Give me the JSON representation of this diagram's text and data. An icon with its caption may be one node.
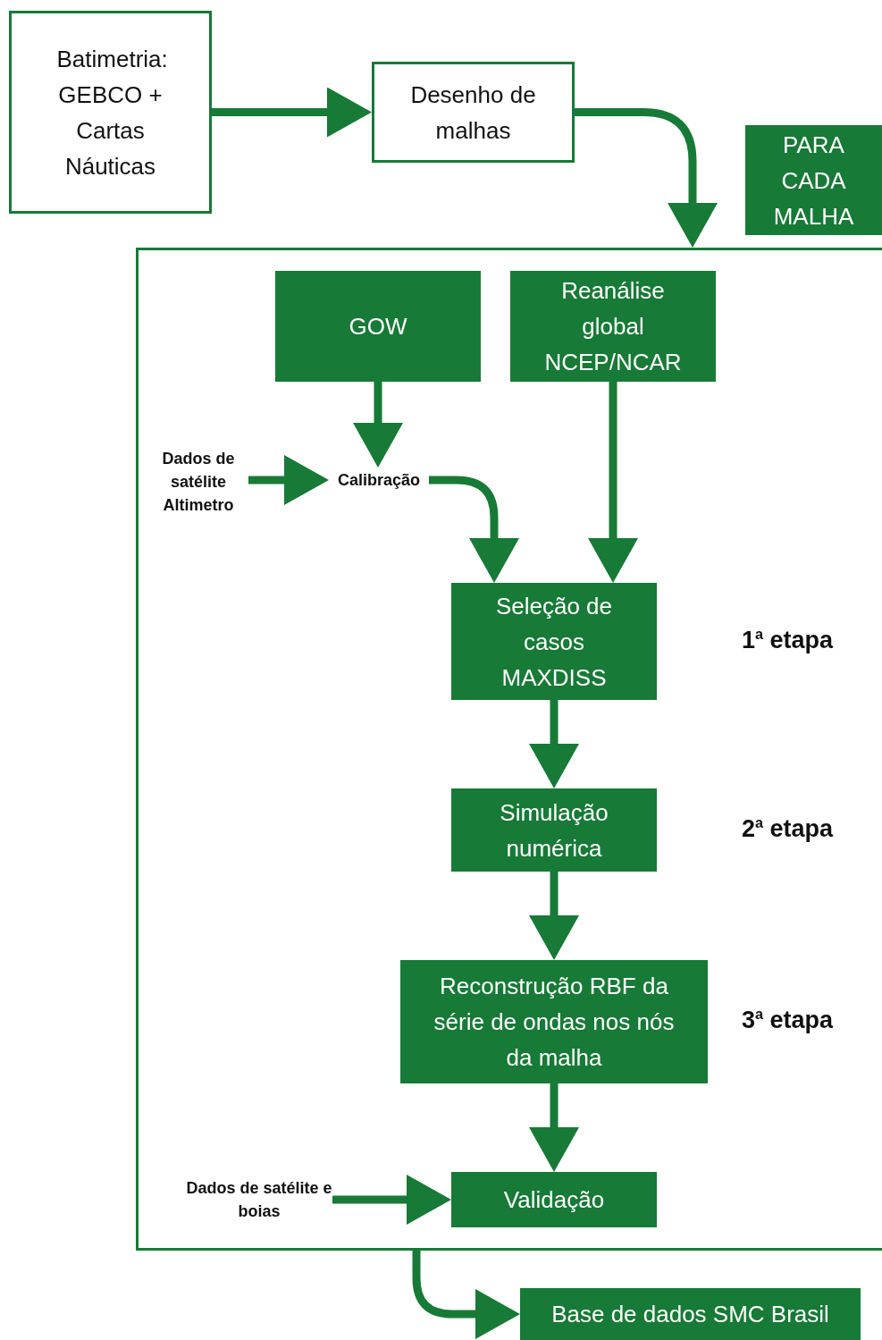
{
  "diagram": {
    "nodes": [
      {
        "text": [
          "Batimetria: GEBCO + Cartas Náuticas"
        ]
      },
      {
        "text": [
          "Desenho de malhas"
        ]
      },
      {
        "text": [
          "PARA CADA MALHA"
        ]
      },
      {
        "text": [],
        "shape": "box"
      },
      {
        "text": [
          "GOW"
        ],
        "in": 3
      },
      {
        "text": [
          "Reanálise global NCEP/NCAR"
        ],
        "in": 3
      },
      {
        "text": [
          "Dados de satélite Altimetro"
        ],
        "in": 3
      },
      {
        "text": [
          "Calibração"
        ],
        "in": 3
      },
      {
        "text": [
          "Seleção de casos MAXDISS"
        ],
        "in": 3,
        "beside": [
          "1$^{a}$ etapa"
        ]
      },
      {
        "text": [
          "Simulação numérica"
        ],
        "in": 3,
        "beside": [
          "2$^{a}$ etapa"
        ]
      },
      {
        "text": [
          "Reconstrução RBF da série de ondas nos nós da malha"
        ],
        "in": 3,
        "beside": [
          "3$^{a}$ etapa"
        ]
      },
      {
        "text": [
          "Dados de satélite e boias"
        ],
        "in": 3
      },
      {
        "text": [
          "Validação"
        ],
        "in": 3
      },
      {
        "text": [
          "Base de dados SMC Brasil"
        ]
      }
    ],
    "edges": [
      {
        "from": 0,
        "to": 1,
        "arrow": "to"
      },
      {
        "from": 1,
        "to": 3,
        "arrow": "to"
      },
      {
        "from": 4,
        "to": 7,
        "arrow": "to"
      },
      {
        "from": 6,
        "to": 7,
        "arrow": "to"
      },
      {
        "from": 7,
        "to": 8,
        "arrow": "to"
      },
      {
        "from": 5,
        "to": 8,
        "arrow": "to"
      },
      {
        "from": 8,
        "to": 9,
        "arrow": "to"
      },
      {
        "from": 9,
        "to": 10,
        "arrow": "to"
      },
      {
        "from": 10,
        "to": 12,
        "arrow": "to"
      },
      {
        "from": 11,
        "to": 12,
        "arrow": "to"
      },
      {
        "from": 3,
        "to": 13,
        "arrow": "to"
      }
    ]
  }
}
